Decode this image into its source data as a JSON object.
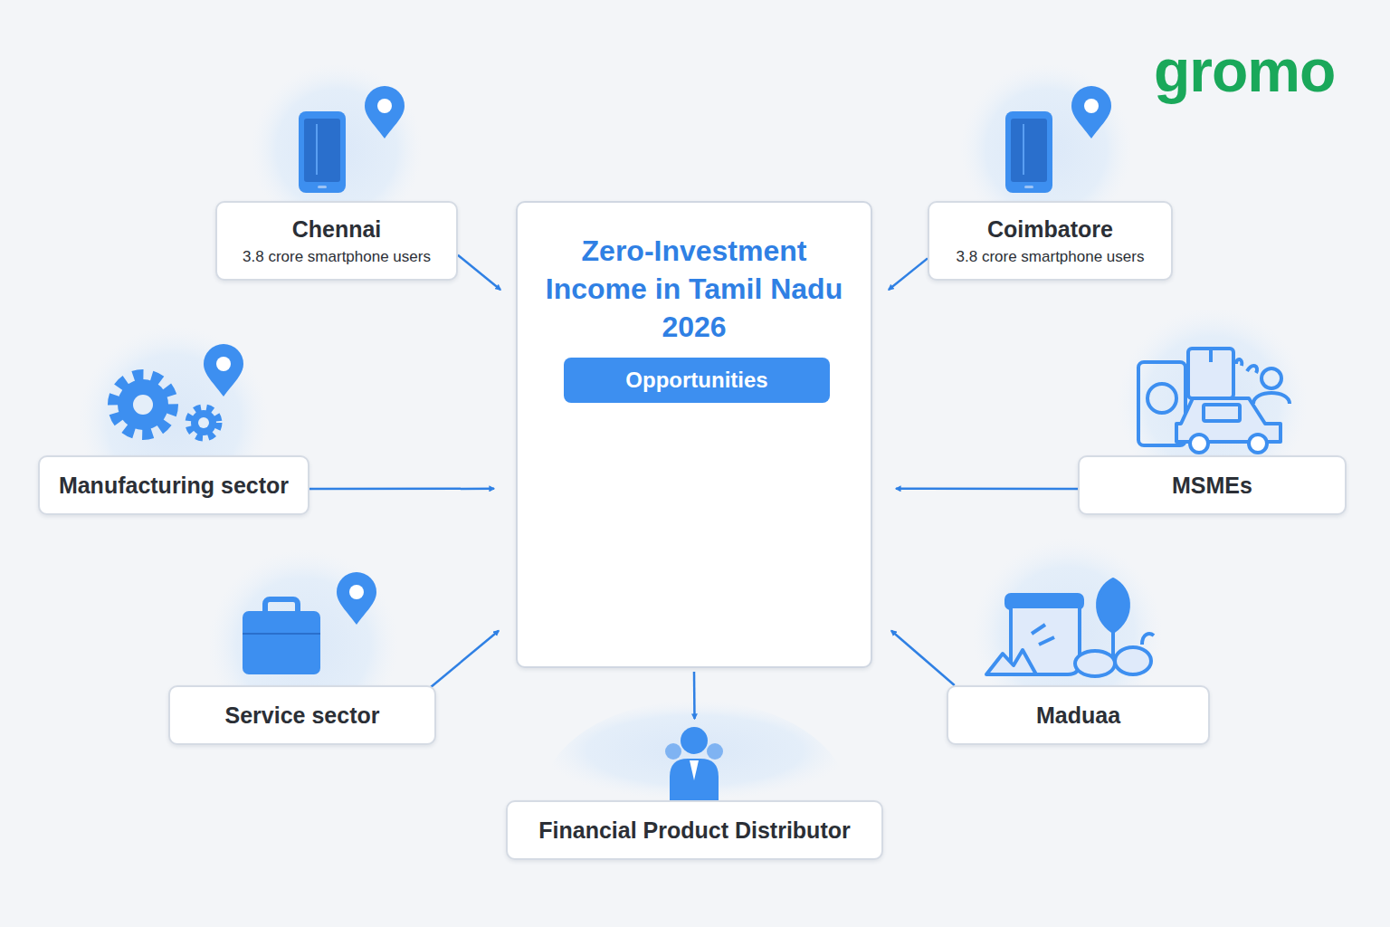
{
  "diagram": {
    "nodes": [
      {
        "text": [
          "Chennai",
          "3.8 crore smartphone users"
        ]
      },
      {
        "text": [
          "Zero-Investment Income in Tamil Nadu 2026"
        ]
      },
      {
        "text": [
          "Opportunities"
        ],
        "in": 1
      },
      {
        "text": [
          "Coimbatore",
          "3.8 crore smartphone users"
        ]
      },
      {
        "text": [
          "Manufacturing sector"
        ]
      },
      {
        "text": [
          "MSMEs"
        ]
      },
      {
        "text": [
          "Service sector"
        ]
      },
      {
        "text": [
          "Maduaa"
        ]
      },
      {
        "text": [
          "Financial Product Distributor"
        ]
      }
    ],
    "edges": [
      {
        "from": 0,
        "to": 1,
        "arrow": "to"
      },
      {
        "from": 3,
        "to": 1,
        "arrow": "to"
      },
      {
        "from": 4,
        "to": 1,
        "arrow": "to"
      },
      {
        "from": 5,
        "to": 1,
        "arrow": "to"
      },
      {
        "from": 6,
        "to": 1,
        "arrow": "to"
      },
      {
        "from": 7,
        "to": 1,
        "arrow": "to"
      },
      {
        "from": 1,
        "to": 8,
        "arrow": "to"
      }
    ],
    "labels": [
      "gromo"
    ]
  }
}
